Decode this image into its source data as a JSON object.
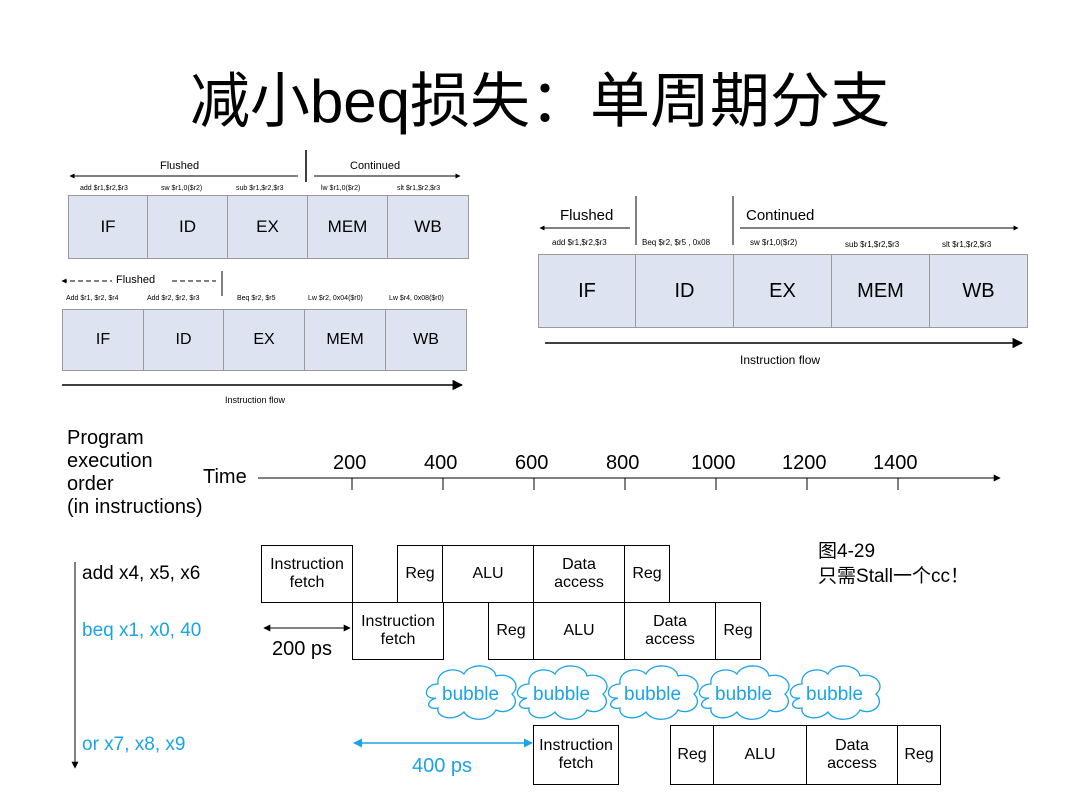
{
  "title": {
    "prefix": "减小",
    "latin": "beq",
    "suffix": "损失：单周期分支"
  },
  "stages": [
    "IF",
    "ID",
    "EX",
    "MEM",
    "WB"
  ],
  "diagram1": {
    "flushed": "Flushed",
    "continued": "Continued",
    "instructions": [
      "add $r1,$r2,$r3",
      "sw $r1,0($r2)",
      "sub $r1,$r2,$r3",
      "lw $r1,0($r2)",
      "slt $r1,$r2,$r3"
    ]
  },
  "diagram2": {
    "flushed": "Flushed",
    "instructions": [
      "Add $r1, $r2, $r4",
      "Add $r2, $r2, $r3",
      "Beq $r2, $r5",
      "Lw $r2, 0x04($r0)",
      "Lw $r4, 0x08($r0)"
    ],
    "instruction_flow": "Instruction flow"
  },
  "diagram3": {
    "flushed": "Flushed",
    "continued": "Continued",
    "instructions": [
      "add $r1,$r2,$r3",
      "Beq $r2, $r5 , 0x08",
      "sw $r1,0($r2)",
      "sub $r1,$r2,$r3",
      "slt $r1,$r2,$r3"
    ],
    "instruction_flow": "Instruction flow"
  },
  "pipeline": {
    "order_label": [
      "Program",
      "execution",
      "order",
      "(in instructions)"
    ],
    "time_label": "Time",
    "time_ticks": [
      "200",
      "400",
      "600",
      "800",
      "1000",
      "1200",
      "1400"
    ],
    "instructions": [
      "add x4, x5, x6",
      "beq x1, x0, 40",
      "or x7, x8, x9"
    ],
    "fetch": [
      "Instruction",
      "fetch"
    ],
    "reg": "Reg",
    "alu": "ALU",
    "data": [
      "Data",
      "access"
    ],
    "bubble": "bubble",
    "ps200": "200 ps",
    "ps400": "400 ps",
    "colors": {
      "accent_blue": "#1aa3e8",
      "stage_fill": "#dde3f0"
    }
  },
  "note": {
    "line1": "图4-29",
    "line2_prefix": "只需",
    "line2_latin": "Stall",
    "line2_cjk": "一个",
    "line2_cc": "cc",
    "line2_end": "！"
  }
}
